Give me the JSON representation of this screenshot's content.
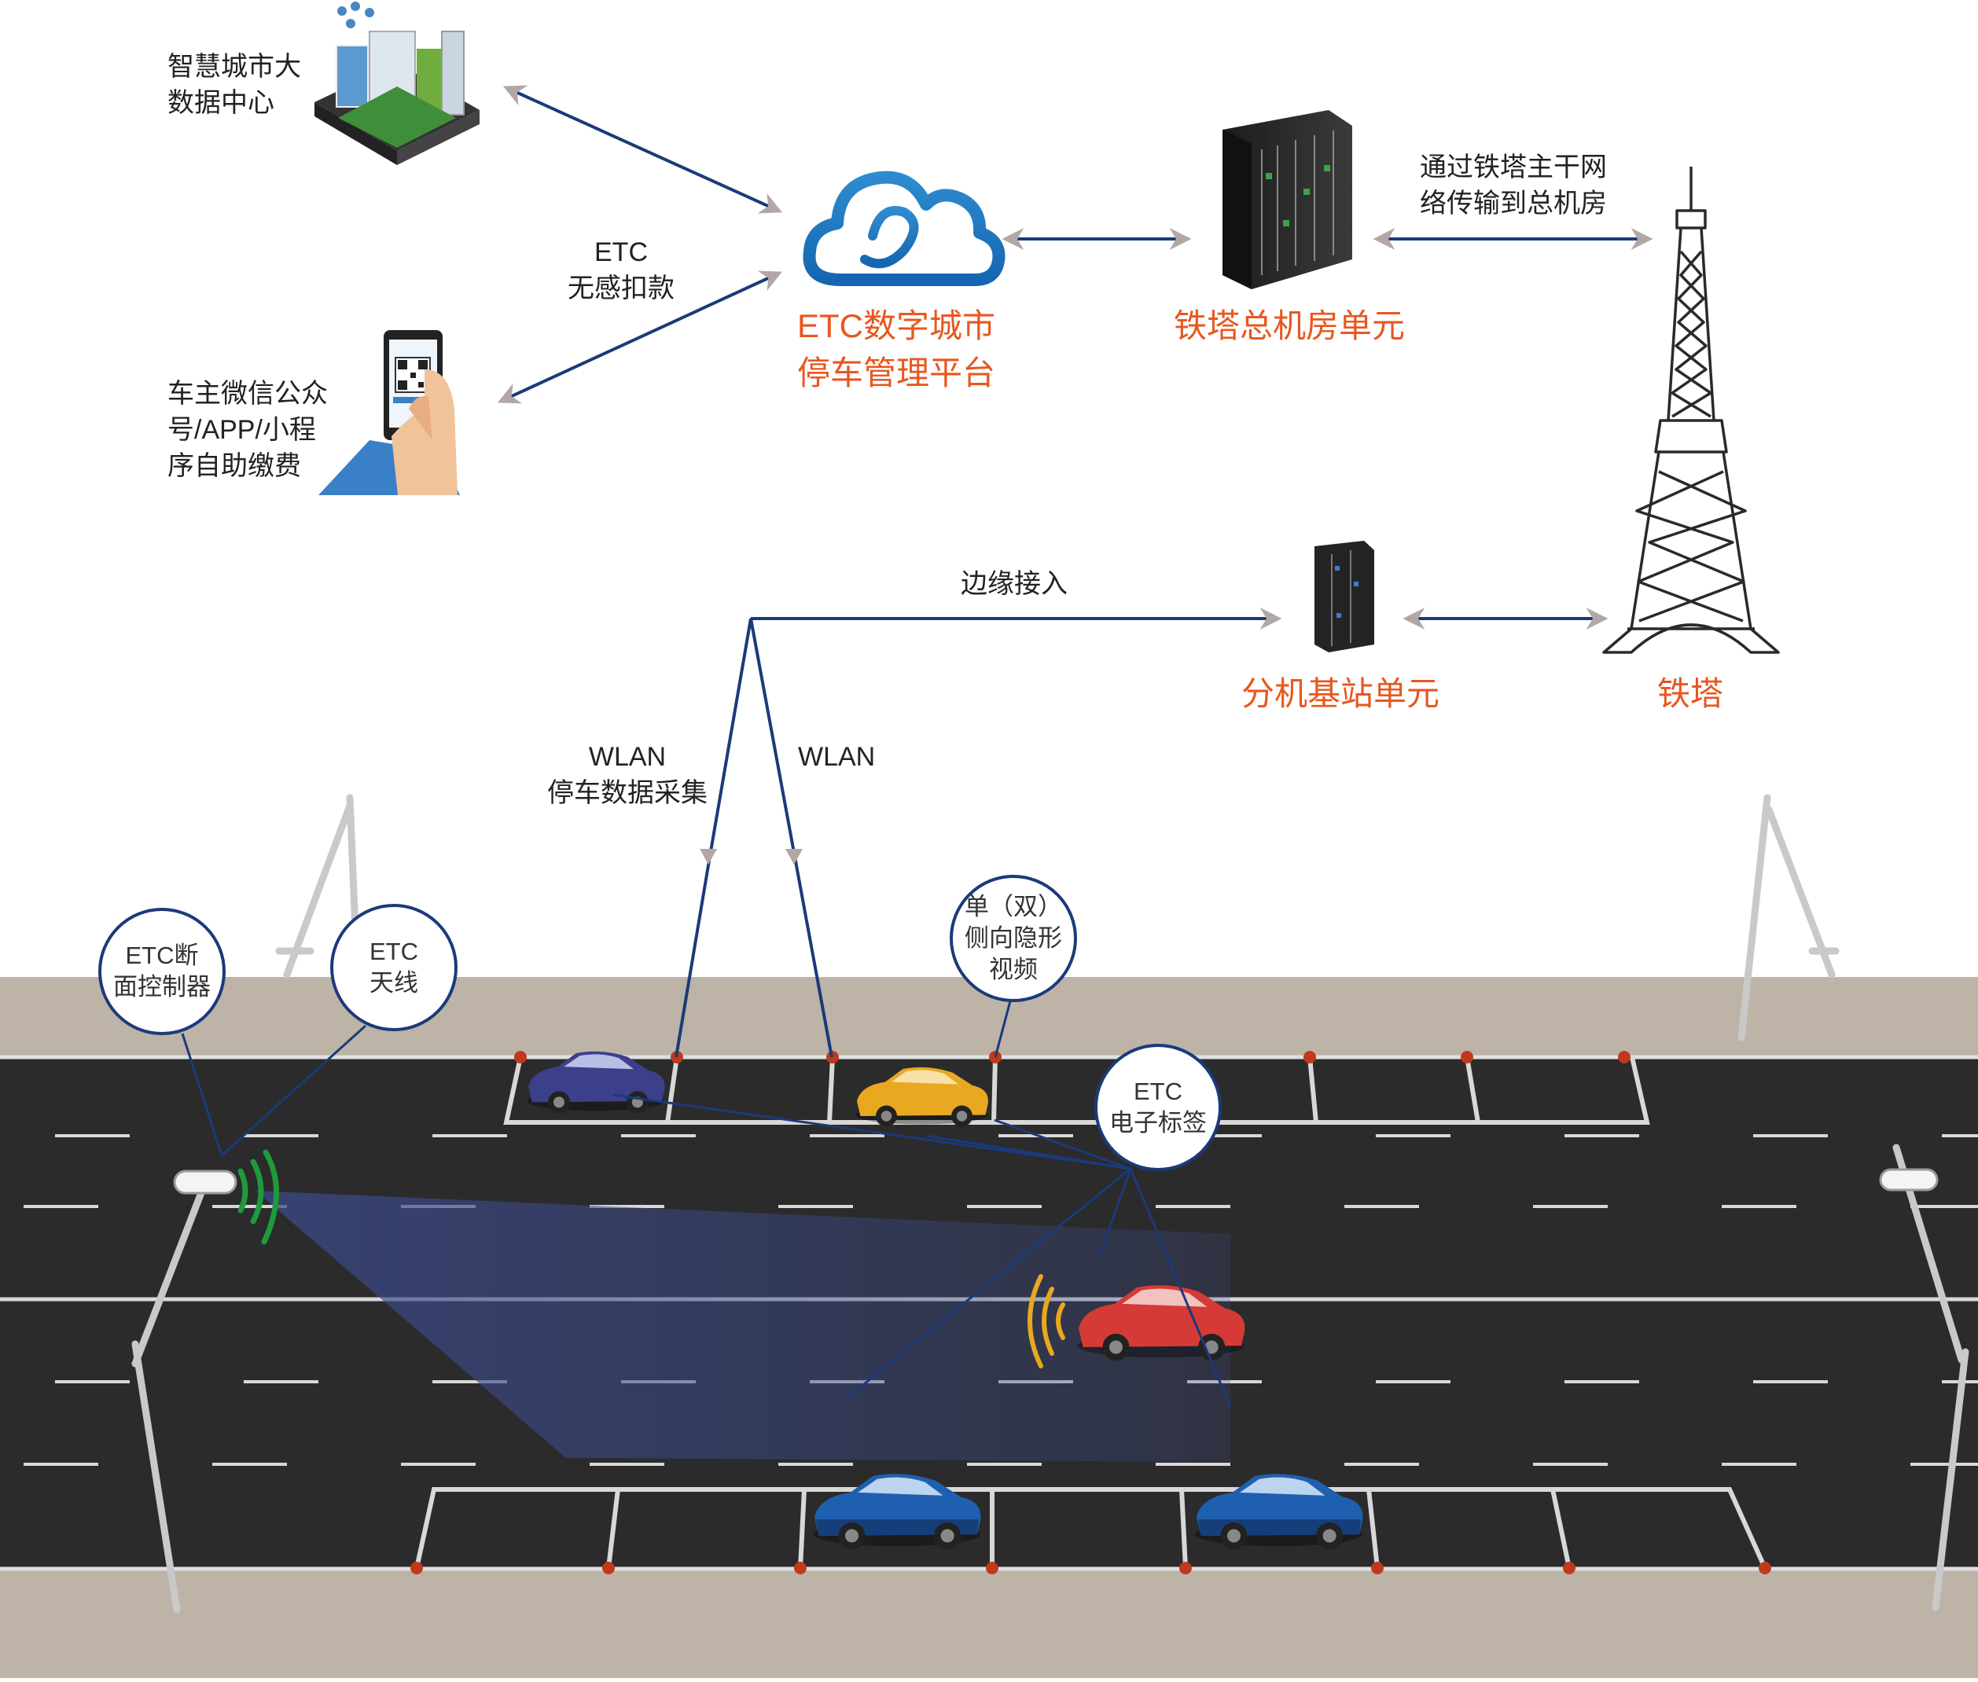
{
  "nodes": {
    "data_center": "智慧城市大\n数据中心",
    "etc_deduct": "ETC\n无感扣款",
    "wechat_pay": "车主微信公众\n号/APP/小程\n序自助缴费",
    "platform": "ETC数字城市\n停车管理平台",
    "tower_room": "铁塔总机房单元",
    "backbone": "通过铁塔主干网\n络传输到总机房",
    "edge_access": "边缘接入",
    "branch_station": "分机基站单元",
    "tower": "铁塔",
    "wlan_left": "WLAN\n停车数据采集",
    "wlan_right": "WLAN"
  },
  "bubbles": {
    "etc_controller": "ETC断\n面控制器",
    "etc_antenna": "ETC\n天线",
    "side_video": "单（双）\n侧向隐形\n视频",
    "etc_tag": "ETC\n电子标签"
  },
  "colors": {
    "accent": "#e8571f",
    "link": "#1b3a7a",
    "road": "#2b2b2b",
    "sidewalk": "#bdb3a7",
    "arrowhead": "#b3a6a6"
  }
}
